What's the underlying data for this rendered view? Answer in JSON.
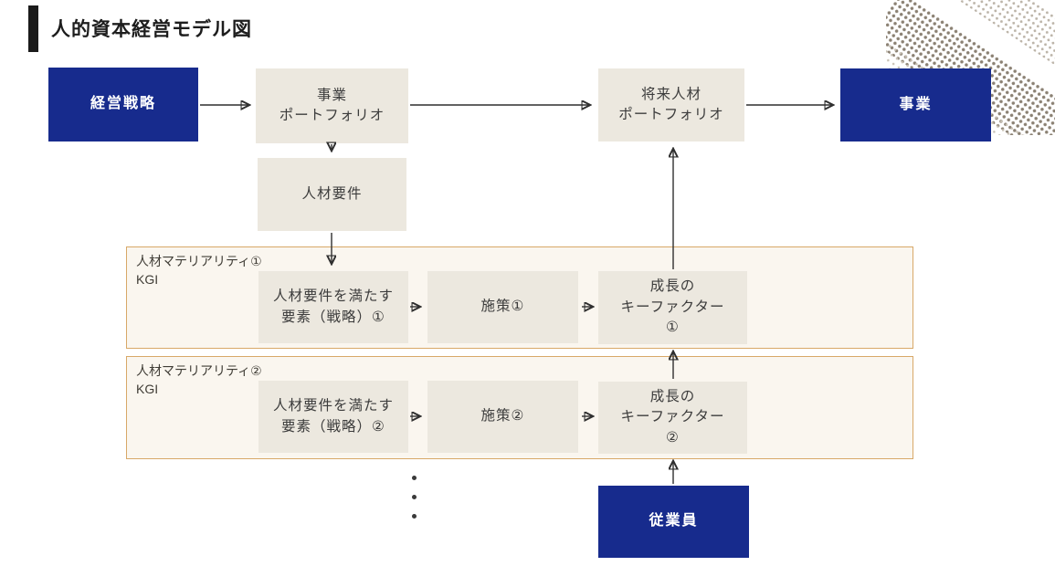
{
  "title": "人的資本経営モデル図",
  "colors": {
    "navy": "#172b8d",
    "box_beige": "#ece8df",
    "group_background": "#faf6ef",
    "group_border": "#d8a868",
    "arrow": "#2f2f2f",
    "halftone_dot": "#8b8173"
  },
  "nodes": {
    "strategy": "経営戦略",
    "business_portfolio": "事業\nポートフォリオ",
    "future_talent_portfolio": "将来人材\nポートフォリオ",
    "business": "事業",
    "talent_requirements": "人材要件",
    "employee": "従業員"
  },
  "groups": [
    {
      "label": "人材マテリアリティ①",
      "sub": "KGI",
      "element": "人材要件を満たす\n要素（戦略）①",
      "measure": "施策①",
      "key_factor": "成長の\nキーファクター\n①"
    },
    {
      "label": "人材マテリアリティ②",
      "sub": "KGI",
      "element": "人材要件を満たす\n要素（戦略）②",
      "measure": "施策②",
      "key_factor": "成長の\nキーファクター\n②"
    }
  ]
}
